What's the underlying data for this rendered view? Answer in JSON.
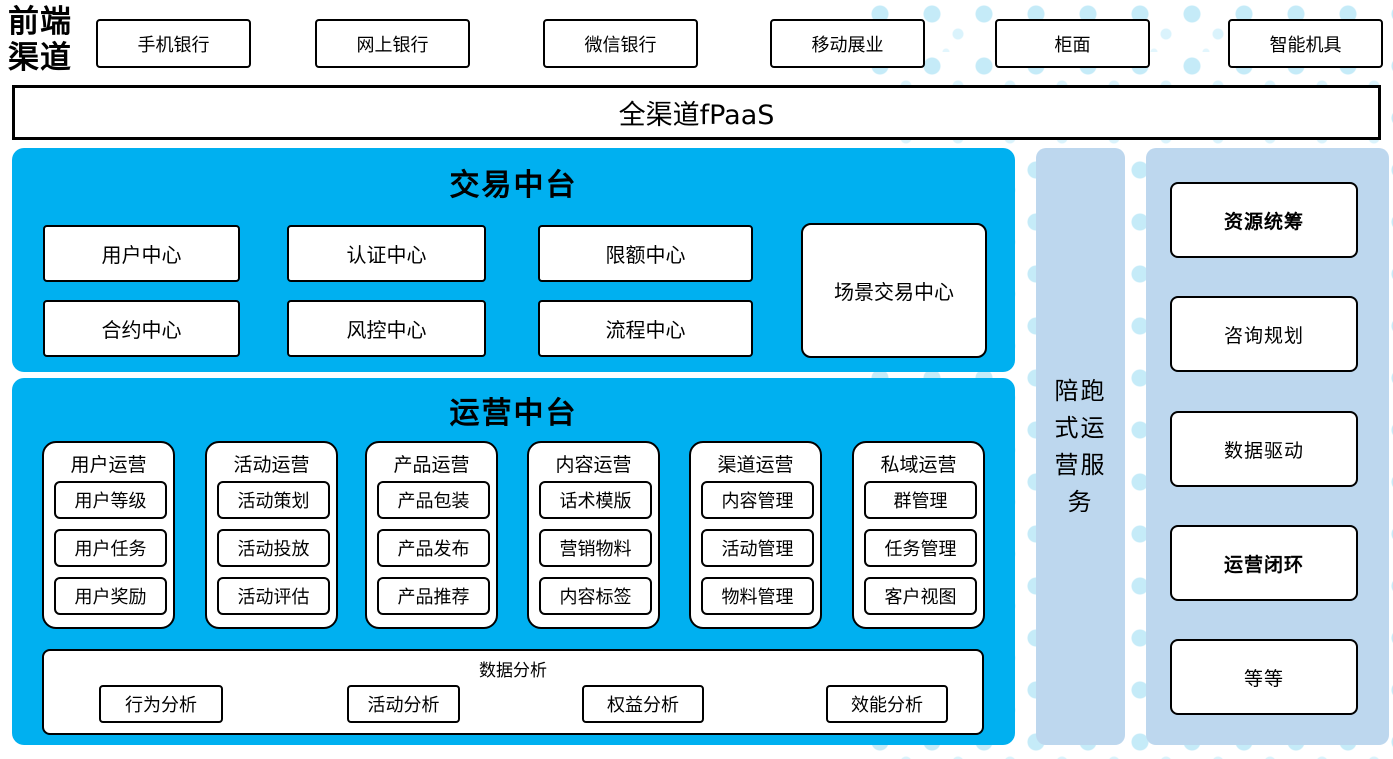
{
  "colors": {
    "accent_blue": "#00b0f0",
    "panel_blue": "#bdd7ee",
    "dot_blue": "#c5ebf8",
    "box_border": "#000000",
    "box_fill": "#ffffff"
  },
  "front_channels": {
    "label": "前端渠道",
    "items": [
      {
        "label": "手机银行"
      },
      {
        "label": "网上银行"
      },
      {
        "label": "微信银行"
      },
      {
        "label": "移动展业"
      },
      {
        "label": "柜面"
      },
      {
        "label": "智能机具"
      }
    ]
  },
  "fpaas": {
    "label": "全渠道fPaaS"
  },
  "trade_platform": {
    "title": "交易中台",
    "centers": [
      "用户中心",
      "认证中心",
      "限额中心",
      "合约中心",
      "风控中心",
      "流程中心"
    ],
    "scene_center": "场景交易中心"
  },
  "ops_platform": {
    "title": "运营中台",
    "columns": [
      {
        "title": "用户运营",
        "items": [
          "用户等级",
          "用户任务",
          "用户奖励"
        ]
      },
      {
        "title": "活动运营",
        "items": [
          "活动策划",
          "活动投放",
          "活动评估"
        ]
      },
      {
        "title": "产品运营",
        "items": [
          "产品包装",
          "产品发布",
          "产品推荐"
        ]
      },
      {
        "title": "内容运营",
        "items": [
          "话术模版",
          "营销物料",
          "内容标签"
        ]
      },
      {
        "title": "渠道运营",
        "items": [
          "内容管理",
          "活动管理",
          "物料管理"
        ]
      },
      {
        "title": "私域运营",
        "items": [
          "群管理",
          "任务管理",
          "客户视图"
        ]
      }
    ],
    "analytics": {
      "title": "数据分析",
      "items": [
        "行为分析",
        "活动分析",
        "权益分析",
        "效能分析"
      ]
    }
  },
  "side_bar": {
    "label": "陪跑式运营服务"
  },
  "service_panel": {
    "items": [
      {
        "label": "资源统筹",
        "bold": true
      },
      {
        "label": "咨询规划",
        "bold": false
      },
      {
        "label": "数据驱动",
        "bold": false
      },
      {
        "label": "运营闭环",
        "bold": true
      },
      {
        "label": "等等",
        "bold": false
      }
    ]
  }
}
